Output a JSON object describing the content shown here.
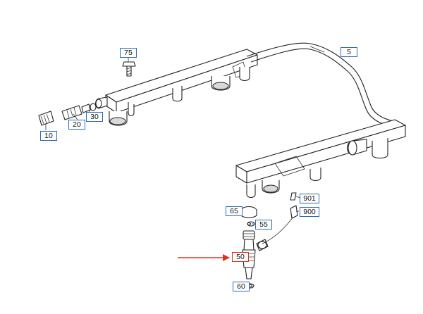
{
  "callouts": [
    {
      "id": "5",
      "label": "5",
      "highlighted": false
    },
    {
      "id": "10",
      "label": "10",
      "highlighted": false
    },
    {
      "id": "20",
      "label": "20",
      "highlighted": false
    },
    {
      "id": "30",
      "label": "30",
      "highlighted": false
    },
    {
      "id": "50",
      "label": "50",
      "highlighted": true
    },
    {
      "id": "55",
      "label": "55",
      "highlighted": false
    },
    {
      "id": "60",
      "label": "60",
      "highlighted": false
    },
    {
      "id": "65",
      "label": "65",
      "highlighted": false
    },
    {
      "id": "75",
      "label": "75",
      "highlighted": false
    },
    {
      "id": "900",
      "label": "900",
      "highlighted": false
    },
    {
      "id": "901",
      "label": "901",
      "highlighted": false
    }
  ],
  "colors": {
    "callout_border": "#2a6db5",
    "highlight_border": "#e0301e",
    "pointer_arrow": "#e0301e",
    "line_art": "#222222"
  }
}
